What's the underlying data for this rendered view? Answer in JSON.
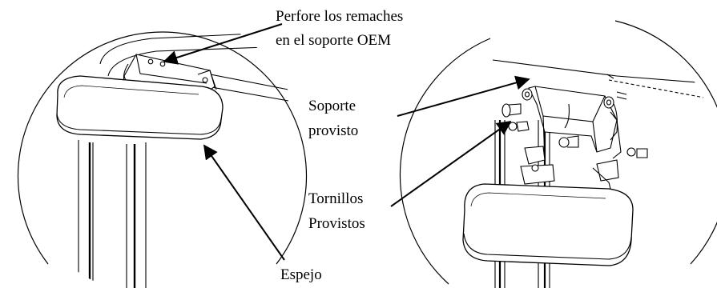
{
  "labels": {
    "drill_rivets_line1": "Perfore los remaches",
    "drill_rivets_line2": "en el soporte OEM",
    "bracket_line1": "Soporte",
    "bracket_line2": "provisto",
    "screws_line1": "Tornillos",
    "screws_line2": "Provistos",
    "mirror": "Espejo"
  },
  "colors": {
    "line": "#000000",
    "background": "#ffffff"
  }
}
